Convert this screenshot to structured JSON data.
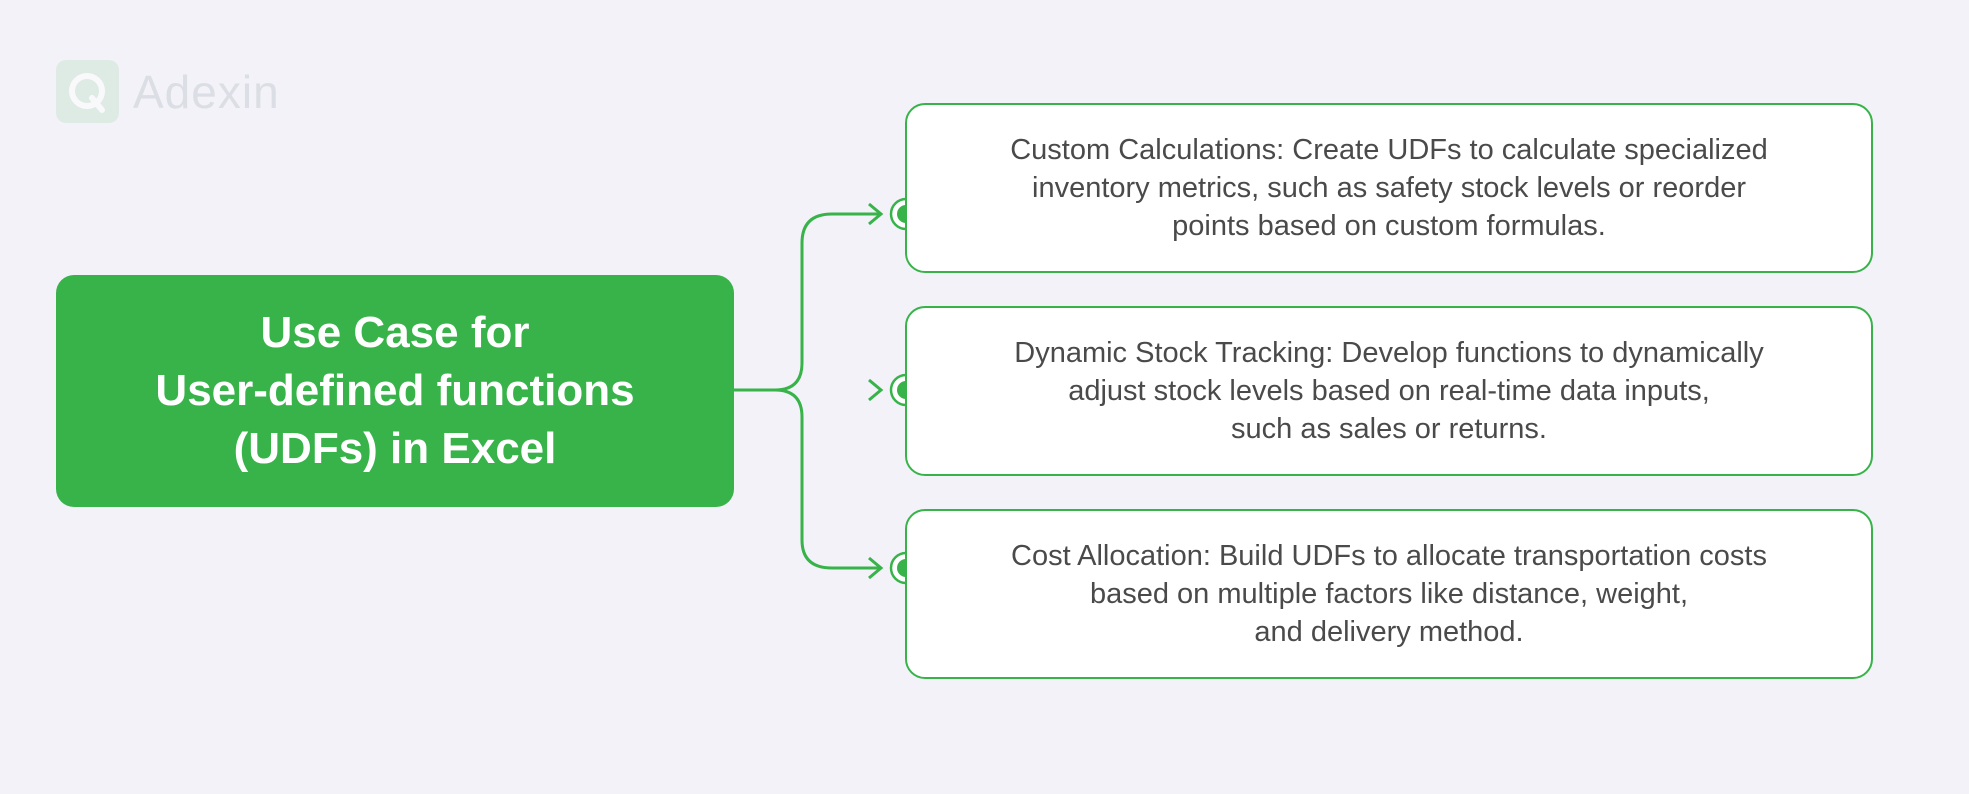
{
  "logo": {
    "text": "Adexin"
  },
  "main": {
    "title": "Use Case for\nUser-defined functions\n(UDFs) in Excel"
  },
  "items": [
    {
      "text": "Custom Calculations: Create UDFs to calculate specialized\ninventory metrics, such as safety stock levels or reorder\npoints based on custom formulas."
    },
    {
      "text": "Dynamic Stock Tracking: Develop functions to dynamically\nadjust stock levels based on real-time data inputs,\nsuch as sales or returns."
    },
    {
      "text": "Cost Allocation: Build UDFs to allocate transportation costs\nbased on multiple factors like distance, weight,\nand delivery method."
    }
  ],
  "colors": {
    "accent": "#38b34a",
    "background": "#f2f2f8",
    "card_text": "#4a4a4a"
  }
}
